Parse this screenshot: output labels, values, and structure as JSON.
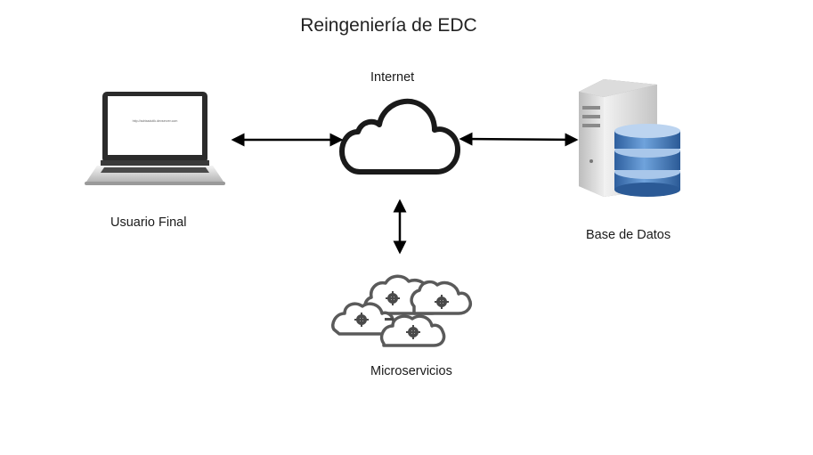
{
  "title": "Reingeniería de EDC",
  "nodes": {
    "internet": {
      "label": "Internet",
      "icon": "cloud-icon"
    },
    "usuario_final": {
      "label": "Usuario Final",
      "icon": "laptop-icon",
      "screen_text": "http://adrixadutlk.devserver.com"
    },
    "base_de_datos": {
      "label": "Base de Datos",
      "icon": "database-server-icon"
    },
    "microservicios": {
      "label": "Microservicios",
      "icon": "gear-clouds-icon"
    }
  },
  "edges": [
    {
      "from": "usuario_final",
      "to": "internet",
      "direction": "bidirectional"
    },
    {
      "from": "internet",
      "to": "base_de_datos",
      "direction": "bidirectional"
    },
    {
      "from": "internet",
      "to": "microservicios",
      "direction": "bidirectional"
    }
  ],
  "colors": {
    "line": "#000000",
    "cloud_stroke": "#1a1a1a",
    "micro_stroke": "#555555",
    "db_blue": "#3f7bc0",
    "server_gray": "#d9d9d9"
  }
}
